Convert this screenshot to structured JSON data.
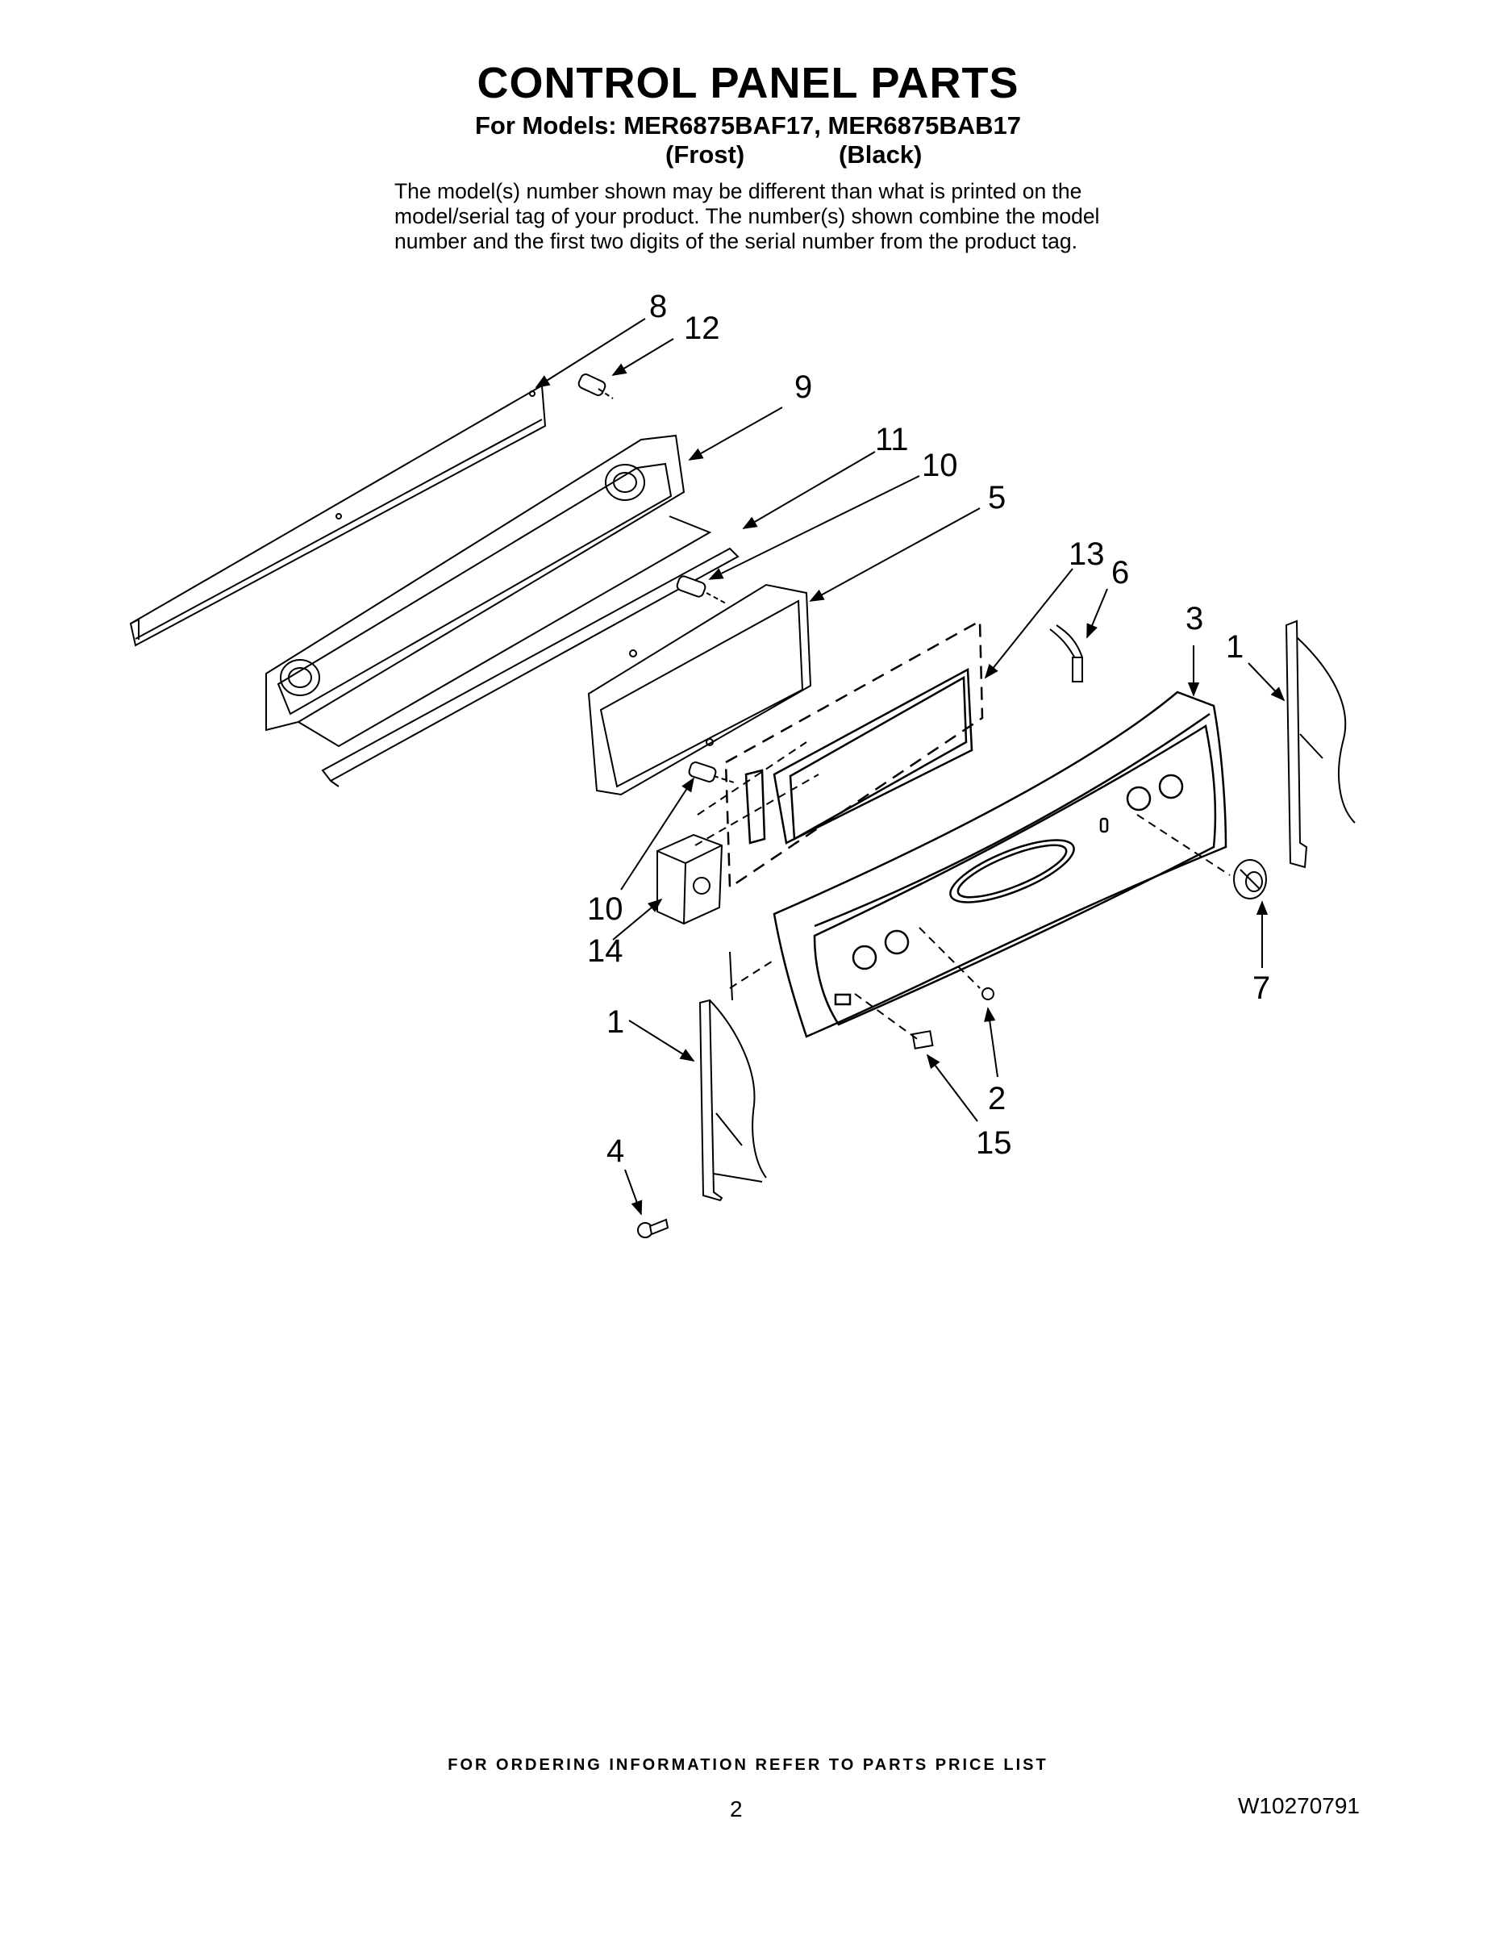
{
  "header": {
    "title": "CONTROL PANEL PARTS",
    "models_line": "For Models: MER6875BAF17, MER6875BAB17",
    "variant_frost": "(Frost)",
    "variant_black": "(Black)"
  },
  "notice": {
    "line1": "The model(s) number shown may be different than what is printed on the",
    "line2": "model/serial tag of your product. The number(s) shown combine the model",
    "line3": "number and the first two digits of the serial number from the product tag."
  },
  "callouts": {
    "c8": "8",
    "c12": "12",
    "c9": "9",
    "c11": "11",
    "c10_top": "10",
    "c5": "5",
    "c13": "13",
    "c6": "6",
    "c3": "3",
    "c1_right": "1",
    "c10_left": "10",
    "c14": "14",
    "c7": "7",
    "c1_left": "1",
    "c2": "2",
    "c15": "15",
    "c4": "4"
  },
  "footer": {
    "ordering": "FOR ORDERING INFORMATION REFER TO PARTS PRICE LIST",
    "page_number": "2",
    "doc_number": "W10270791"
  }
}
